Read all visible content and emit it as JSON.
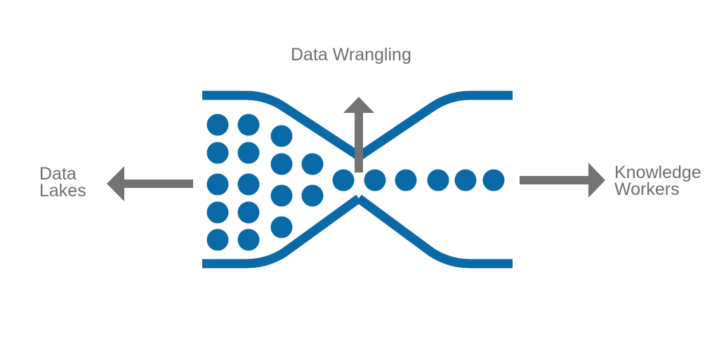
{
  "labels": {
    "top": "Data Wrangling",
    "left": "Data\nLakes",
    "right": "Knowledge\nWorkers"
  },
  "colors": {
    "pipe": "#0a6aa8",
    "dot": "#0a6aa8",
    "arrow": "#737373",
    "text": "#6f6f6f"
  },
  "dots": {
    "left_columns": [
      5,
      5,
      4,
      2
    ],
    "stream": 6
  }
}
